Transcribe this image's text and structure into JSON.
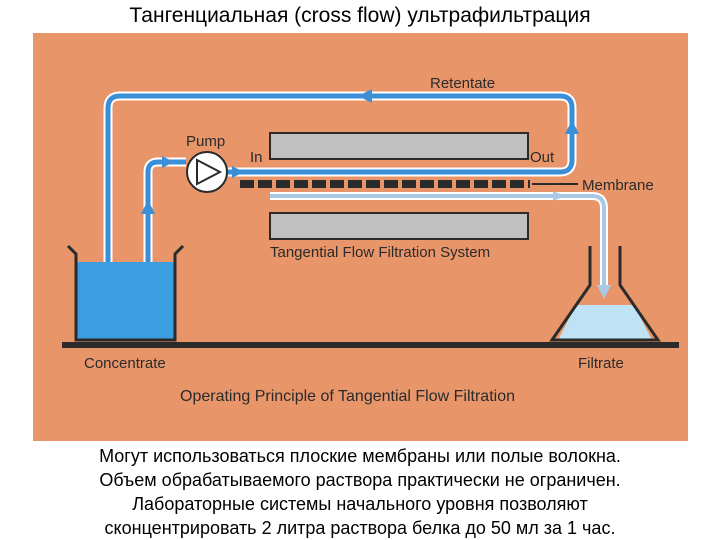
{
  "title": "Тангенциальная (cross flow) ультрафильтрация",
  "diagram": {
    "labels": {
      "retentate": "Retentate",
      "pump": "Pump",
      "in": "In",
      "out": "Out",
      "membrane": "Membrane",
      "system": "Tangential Flow Filtration System",
      "concentrate": "Concentrate",
      "filtrate": "Filtrate",
      "principle": "Operating Principle of Tangential Flow Filtration"
    },
    "colors": {
      "background": "#e8956a",
      "pipe_blue": "#3b8fd6",
      "pipe_light": "#a9c8e6",
      "liquid_blue": "#3b9ee0",
      "filtrate_liquid": "#bfe3f5",
      "membrane_plate": "#c0c0c0",
      "dark": "#2b2b2b"
    }
  },
  "caption": {
    "line1": "Могут использоваться плоские мембраны или полые волокна.",
    "line2": "Объем обрабатываемого раствора практически не ограничен.",
    "line3": "Лабораторные системы начального уровня позволяют",
    "line4": "сконцентрировать 2 литра раствора белка до 50 мл за 1 час."
  }
}
